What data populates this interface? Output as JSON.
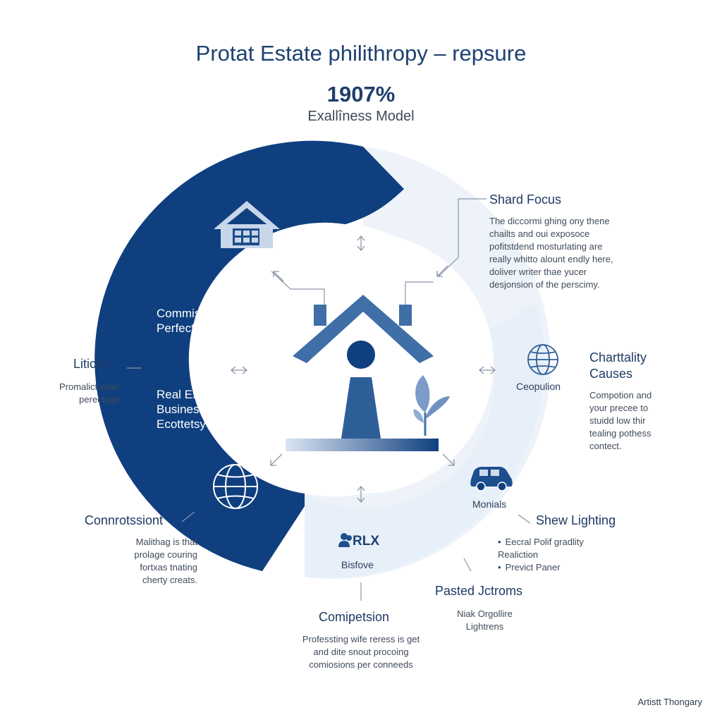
{
  "title": "Protat Estate philithropy – repsure",
  "stat": {
    "value": "1907%",
    "label": "Exallîness Model"
  },
  "ring": {
    "band_text_1": "Commission to Perfect Casus",
    "band_text_2": "Real Estate Business Ecottetsy"
  },
  "left": {
    "heading": "LiticAL",
    "body": "Promalict weer perectage"
  },
  "bottom_left": {
    "heading": "Connrotssiont",
    "body": "Malithag is that prolage couring fortxas tnating cherty creats."
  },
  "shard": {
    "heading": "Shard Focus",
    "body": "The diccormi ghing ony thene chailts and oui exposoce pofitstdend mosturlating are really whitto alount endly here, doliver writer thae yucer desjonsion of the perscimy."
  },
  "charity": {
    "heading": "Charttality Causes",
    "body": "Compotion and your precee to stuidd low thir tealing pothess contect.",
    "icon_label": "Ceopulion"
  },
  "monials": {
    "icon_label": "Monials"
  },
  "lighting": {
    "heading": "Shew Lighting",
    "bullets": [
      "Eecral Polif gradlity Realiction",
      "Previct Paner"
    ]
  },
  "rlx": {
    "label": "RLX",
    "sub": "Bisfove"
  },
  "pasted": {
    "heading": "Pasted Jctroms",
    "body": "Niak Orgollire Lightrens"
  },
  "competition": {
    "heading": "Comipetsion",
    "body": "Professting wife reress is get and dite snout procoing comiosions per conneeds"
  },
  "credit": "Artistt Thongary",
  "icons": [
    "house-icon",
    "globe-icon",
    "globe-outline-icon",
    "car-icon",
    "person-icon",
    "leaf-icon",
    "central-house-icon"
  ],
  "colors": {
    "navy": "#0f3f7f",
    "mid_blue": "#3f6fa6",
    "light_ring": "#eef3f9",
    "text": "#1f3a63"
  }
}
